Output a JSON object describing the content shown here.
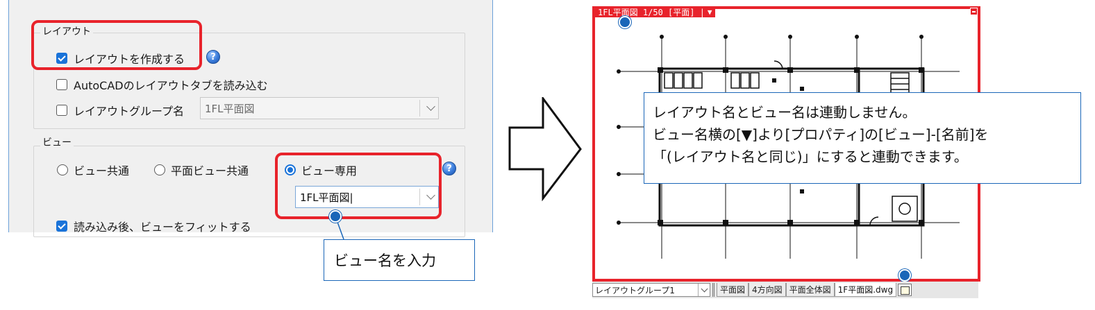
{
  "dialog": {
    "layout_group_title": "レイアウト",
    "create_layout_label": "レイアウトを作成する",
    "create_layout_checked": true,
    "read_autocad_tabs_label": "AutoCADのレイアウトタブを読み込む",
    "read_autocad_tabs_checked": false,
    "layout_group_name_label": "レイアウトグループ名",
    "layout_group_name_checked": false,
    "layout_group_name_value": "1FL平面図",
    "view_group_title": "ビュー",
    "view_options": [
      {
        "label": "ビュー共通",
        "selected": false
      },
      {
        "label": "平面ビュー共通",
        "selected": false
      },
      {
        "label": "ビュー専用",
        "selected": true
      }
    ],
    "view_name_value": "1FL平面図|",
    "fit_view_label": "読み込み後、ビューをフィットする",
    "fit_view_checked": true,
    "help_icon": "?"
  },
  "callout_input": {
    "text": "ビュー名を入力"
  },
  "arrow_icon": "right-arrow-icon",
  "view_window": {
    "title": "1FL平面図 1/50 [平面] |",
    "title_dropdown": "▼",
    "corner_icon": "pin-icon"
  },
  "callout_info": {
    "lines": [
      "レイアウト名とビュー名は連動しません。",
      "ビュー名横の[▼]より[プロパティ]の[ビュー]-[名前]を",
      "「(レイアウト名と同じ)」にすると連動できます。"
    ]
  },
  "bottom_bar": {
    "group_select": "レイアウトグループ1",
    "tabs": [
      {
        "label": "平面図",
        "active": false
      },
      {
        "label": "4方向図",
        "active": false
      },
      {
        "label": "平面全体図",
        "active": false
      },
      {
        "label": "1F平面図.dwg",
        "active": true
      }
    ]
  },
  "colors": {
    "highlight_red": "#e8232b",
    "callout_blue": "#1a66b8",
    "accent_blue": "#1a73d9"
  }
}
